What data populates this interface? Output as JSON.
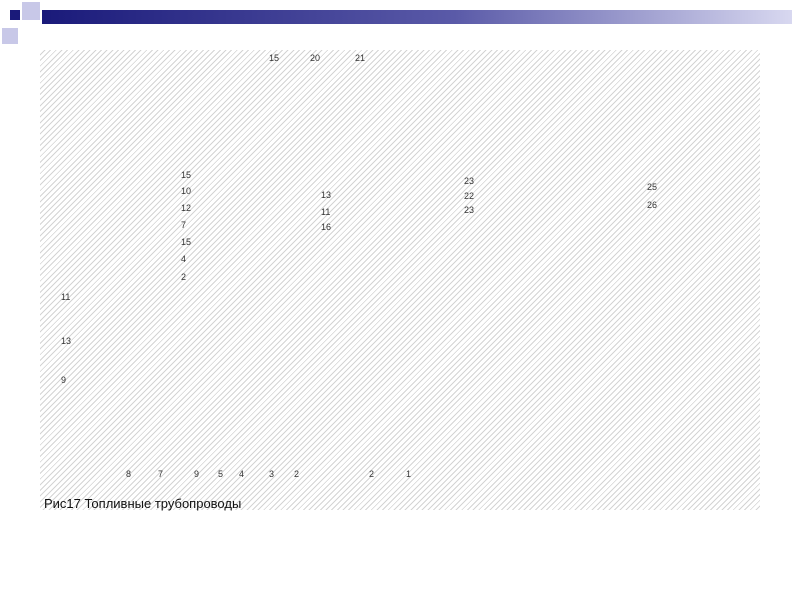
{
  "figure": {
    "caption": "Рис17 Топливные трубопроводы",
    "callouts": [
      "15",
      "20",
      "21",
      "15",
      "10",
      "12",
      "7",
      "15",
      "4",
      "2",
      "13",
      "11",
      "16",
      "23",
      "22",
      "23",
      "25",
      "26",
      "11",
      "13",
      "9",
      "8",
      "7",
      "9",
      "5",
      "4",
      "3",
      "2",
      "2",
      "1"
    ]
  }
}
